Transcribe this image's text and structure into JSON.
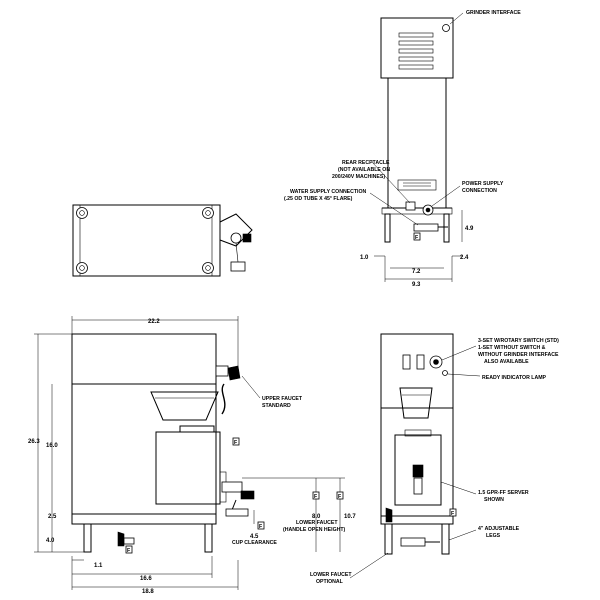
{
  "callouts": {
    "grinder_interface": "GRINDER INTERFACE",
    "rear_receptacle": [
      "REAR RECPTACLE",
      "(NOT AVAILABLE ON",
      "200/240V MACHINES)"
    ],
    "water_supply": [
      "WATER SUPPLY CONNECTION",
      "(.25 OD TUBE X 45° FLARE)"
    ],
    "power_supply": [
      "POWER SUPPLY",
      "CONNECTION"
    ],
    "upper_faucet": [
      "UPPER FAUCET",
      "STANDARD"
    ],
    "cup_clearance": "CUP CLEARANCE",
    "lower_faucet": [
      "LOWER FAUCET",
      "(HANDLE OPEN HEIGHT)"
    ],
    "lower_faucet_optional": [
      "LOWER FAUCET",
      "OPTIONAL"
    ],
    "switch_options": [
      "3-SET W/ROTARY SWITCH (STD)",
      "1-SET WITHOUT SWITCH &",
      "WITHOUT GRINDER INTERFACE",
      "ALSO AVAILABLE"
    ],
    "ready_lamp": "READY INDICATOR LAMP",
    "server": [
      "1.5 GPR-FF SERVER",
      "SHOWN"
    ],
    "legs": [
      "4\" ADJUSTABLE",
      "LEGS"
    ],
    "flag": "F"
  },
  "dimensions": {
    "rear_leg_offset": "1.0",
    "rear_height": "4.9",
    "rear_center": "7.2",
    "rear_side": "2.4",
    "rear_width": "9.3",
    "depth": "22.2",
    "height": "26.3",
    "body_height": "16.0",
    "leg_clearance": "2.5",
    "leg_height": "4.0",
    "leg_inset": "1.1",
    "footprint": "16.6",
    "overall_depth": "18.8",
    "cup_clearance": "4.5",
    "lower_faucet": "8.0",
    "counter_height": "10.7"
  }
}
